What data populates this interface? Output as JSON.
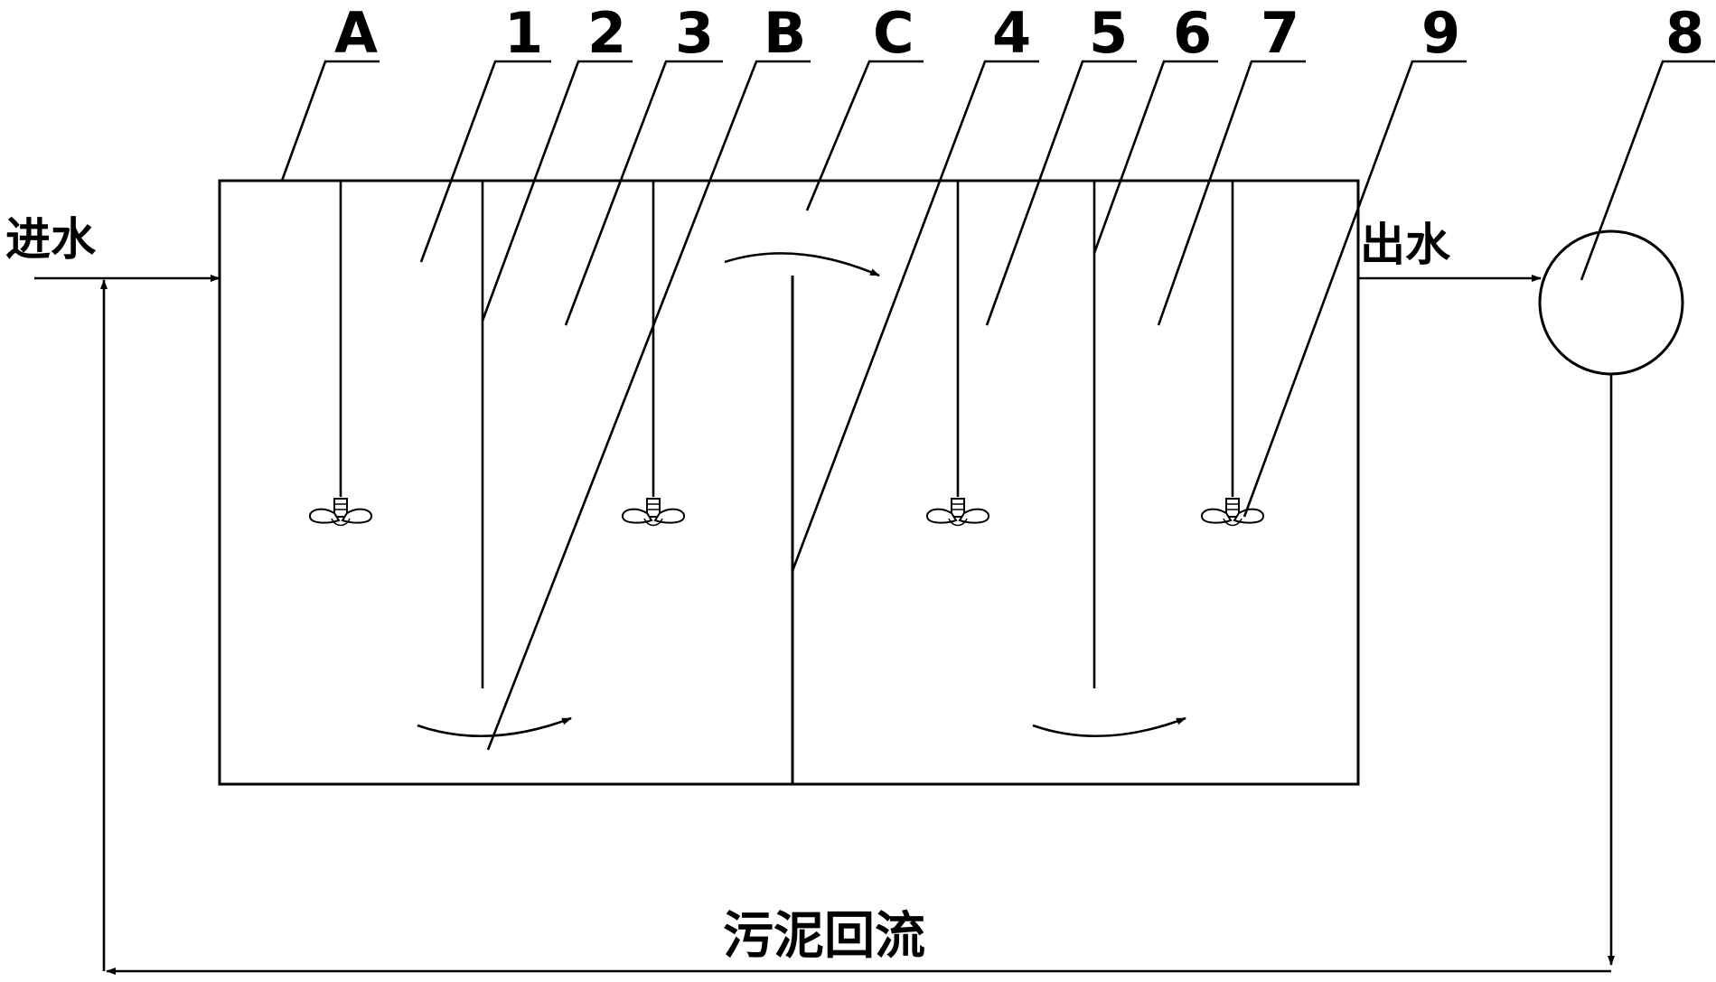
{
  "callouts": {
    "A": "A",
    "one": "1",
    "two": "2",
    "three": "3",
    "B": "B",
    "C": "C",
    "four": "4",
    "five": "5",
    "six": "6",
    "seven": "7",
    "nine": "9",
    "eight": "8"
  },
  "flows": {
    "inlet": "进水",
    "outlet": "出水",
    "sludge_return": "污泥回流"
  }
}
